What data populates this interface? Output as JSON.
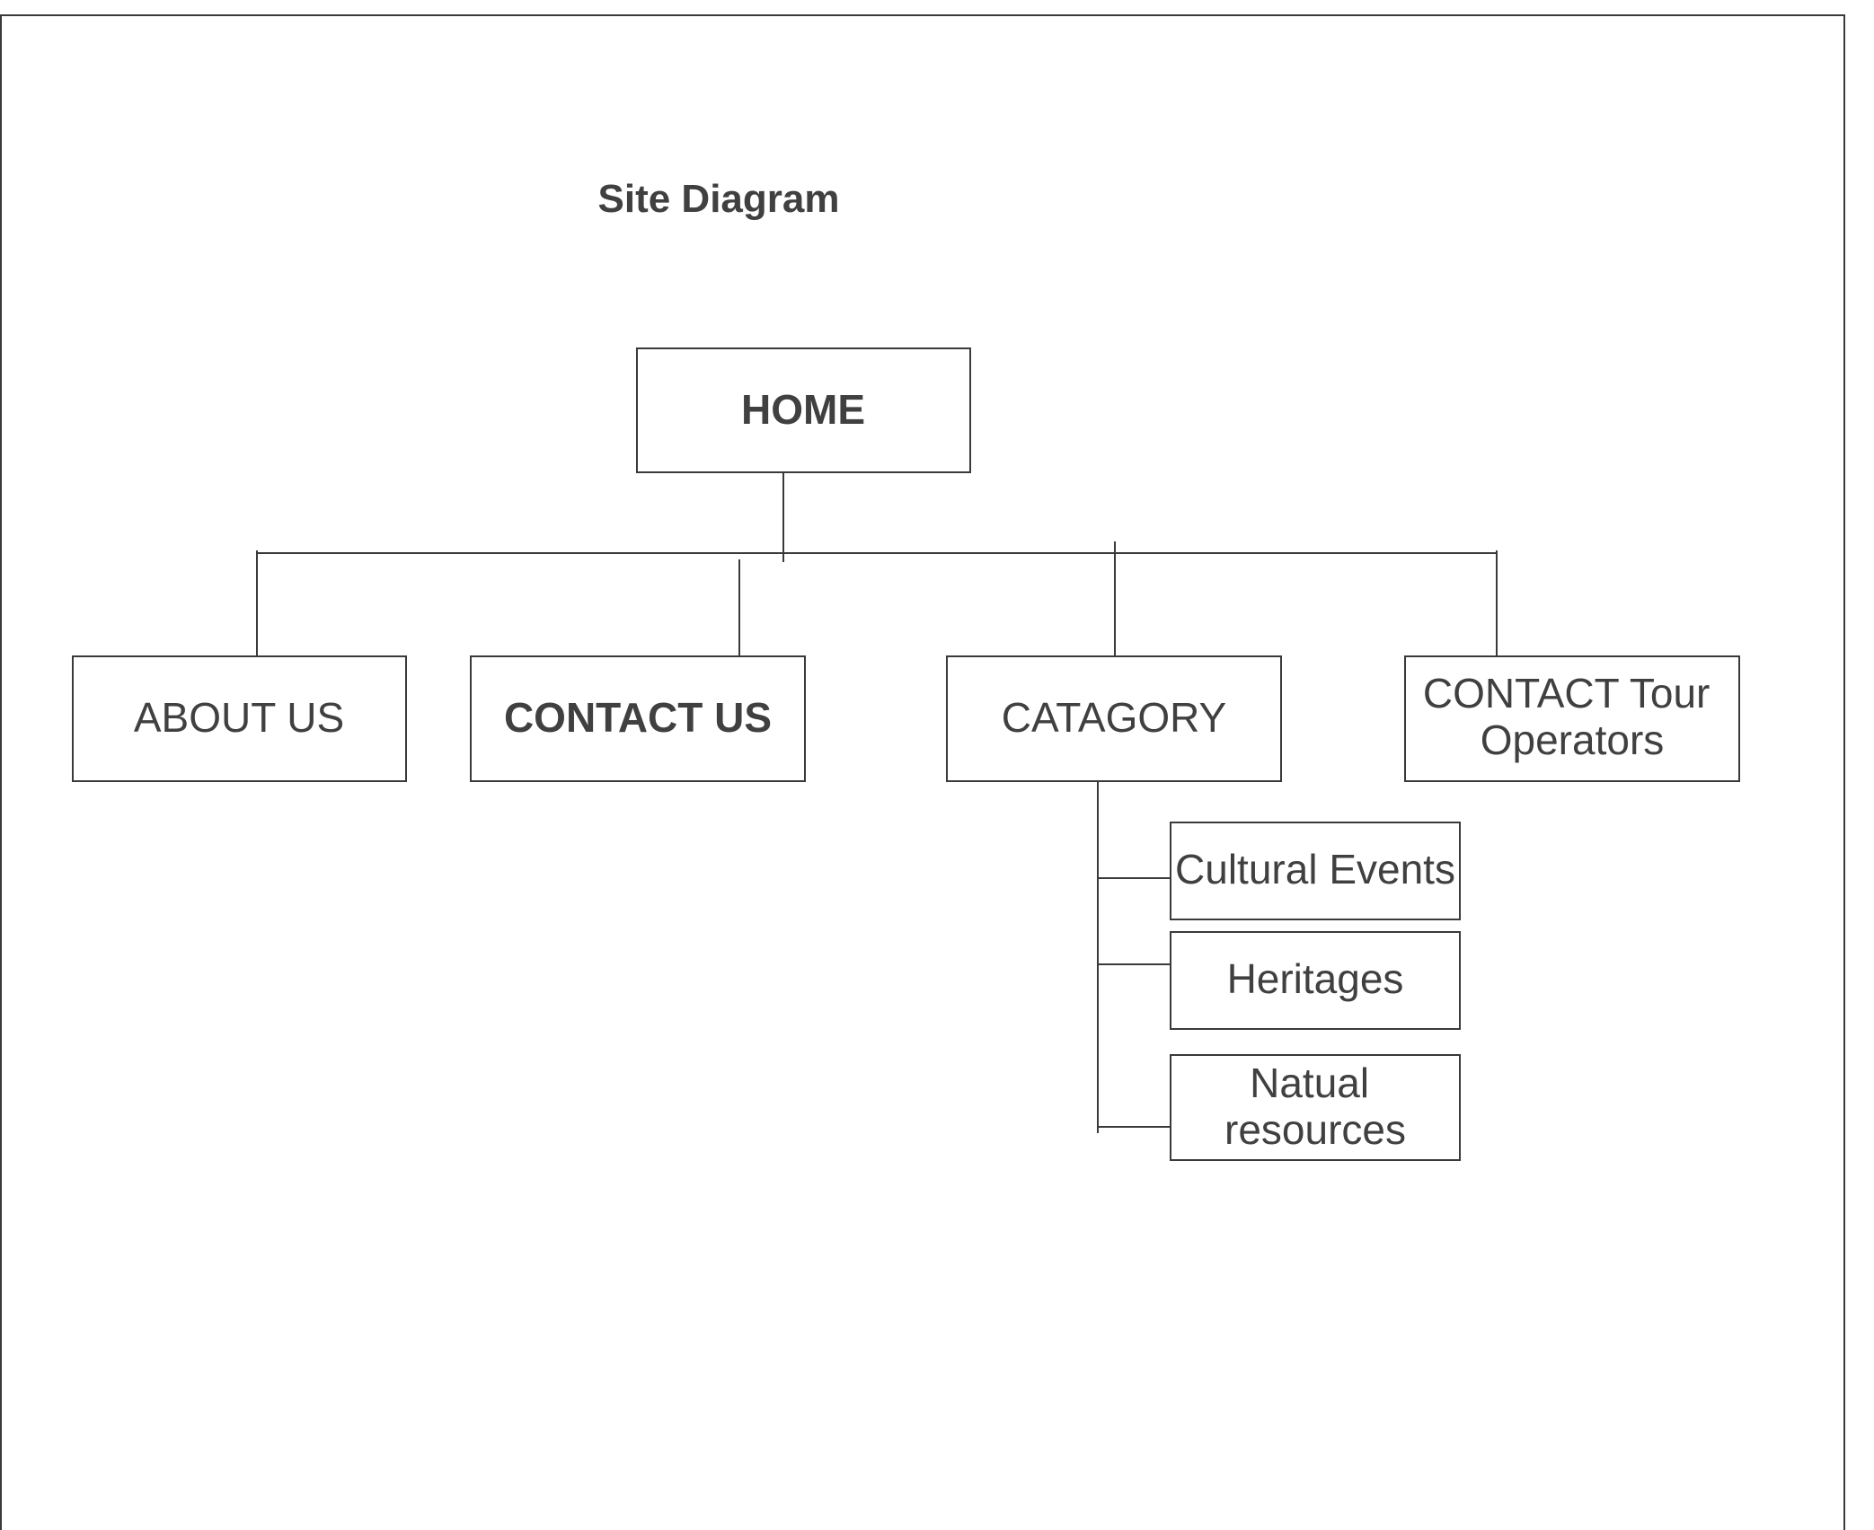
{
  "title": "Site Diagram",
  "nodes": {
    "home": "HOME",
    "about_us": "ABOUT US",
    "contact_us": "CONTACT US",
    "category": "CATAGORY",
    "contact_tour_operators": [
      "CONTACT Tour",
      "Operators"
    ],
    "cultural_events": "Cultural Events",
    "heritages": "Heritages",
    "natural_resources": [
      "Natual",
      "resources"
    ]
  },
  "structure": {
    "root": "home",
    "children": {
      "home": [
        "about_us",
        "contact_us",
        "category",
        "contact_tour_operators"
      ],
      "category": [
        "cultural_events",
        "heritages",
        "natural_resources"
      ]
    }
  }
}
